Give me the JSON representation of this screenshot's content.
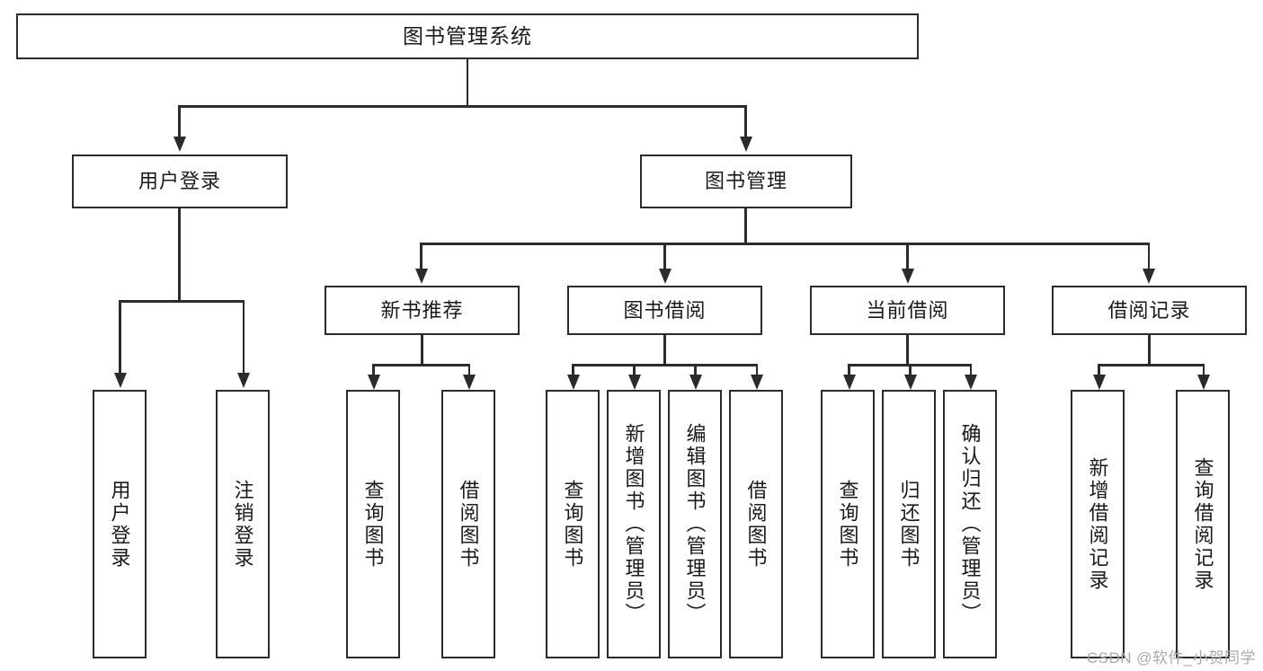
{
  "diagram": {
    "type": "tree",
    "title": "图书管理系统",
    "watermark": "CSDN @软件_小贺同学",
    "colors": {
      "stroke": "#2b2b2b",
      "fill": "#ffffff",
      "text": "#1a1a1a",
      "watermark": "#a9a9a9"
    },
    "nodes": {
      "root": {
        "label": "图书管理系统"
      },
      "level2": [
        {
          "label": "用户登录"
        },
        {
          "label": "图书管理"
        }
      ],
      "level3": [
        {
          "label": "新书推荐"
        },
        {
          "label": "图书借阅"
        },
        {
          "label": "当前借阅"
        },
        {
          "label": "借阅记录"
        }
      ],
      "leaves": {
        "user_login": [
          {
            "label": "用户登录"
          },
          {
            "label": "注销登录"
          }
        ],
        "new_book_recommend": [
          {
            "label": "查询图书"
          },
          {
            "label": "借阅图书"
          }
        ],
        "book_borrow": [
          {
            "label": "查询图书"
          },
          {
            "label": "新增图书（管理员）"
          },
          {
            "label": "编辑图书（管理员）"
          },
          {
            "label": "借阅图书"
          }
        ],
        "current_borrow": [
          {
            "label": "查询图书"
          },
          {
            "label": "归还图书"
          },
          {
            "label": "确认归还（管理员）"
          }
        ],
        "borrow_record": [
          {
            "label": "新增借阅记录"
          },
          {
            "label": "查询借阅记录"
          }
        ]
      }
    }
  }
}
